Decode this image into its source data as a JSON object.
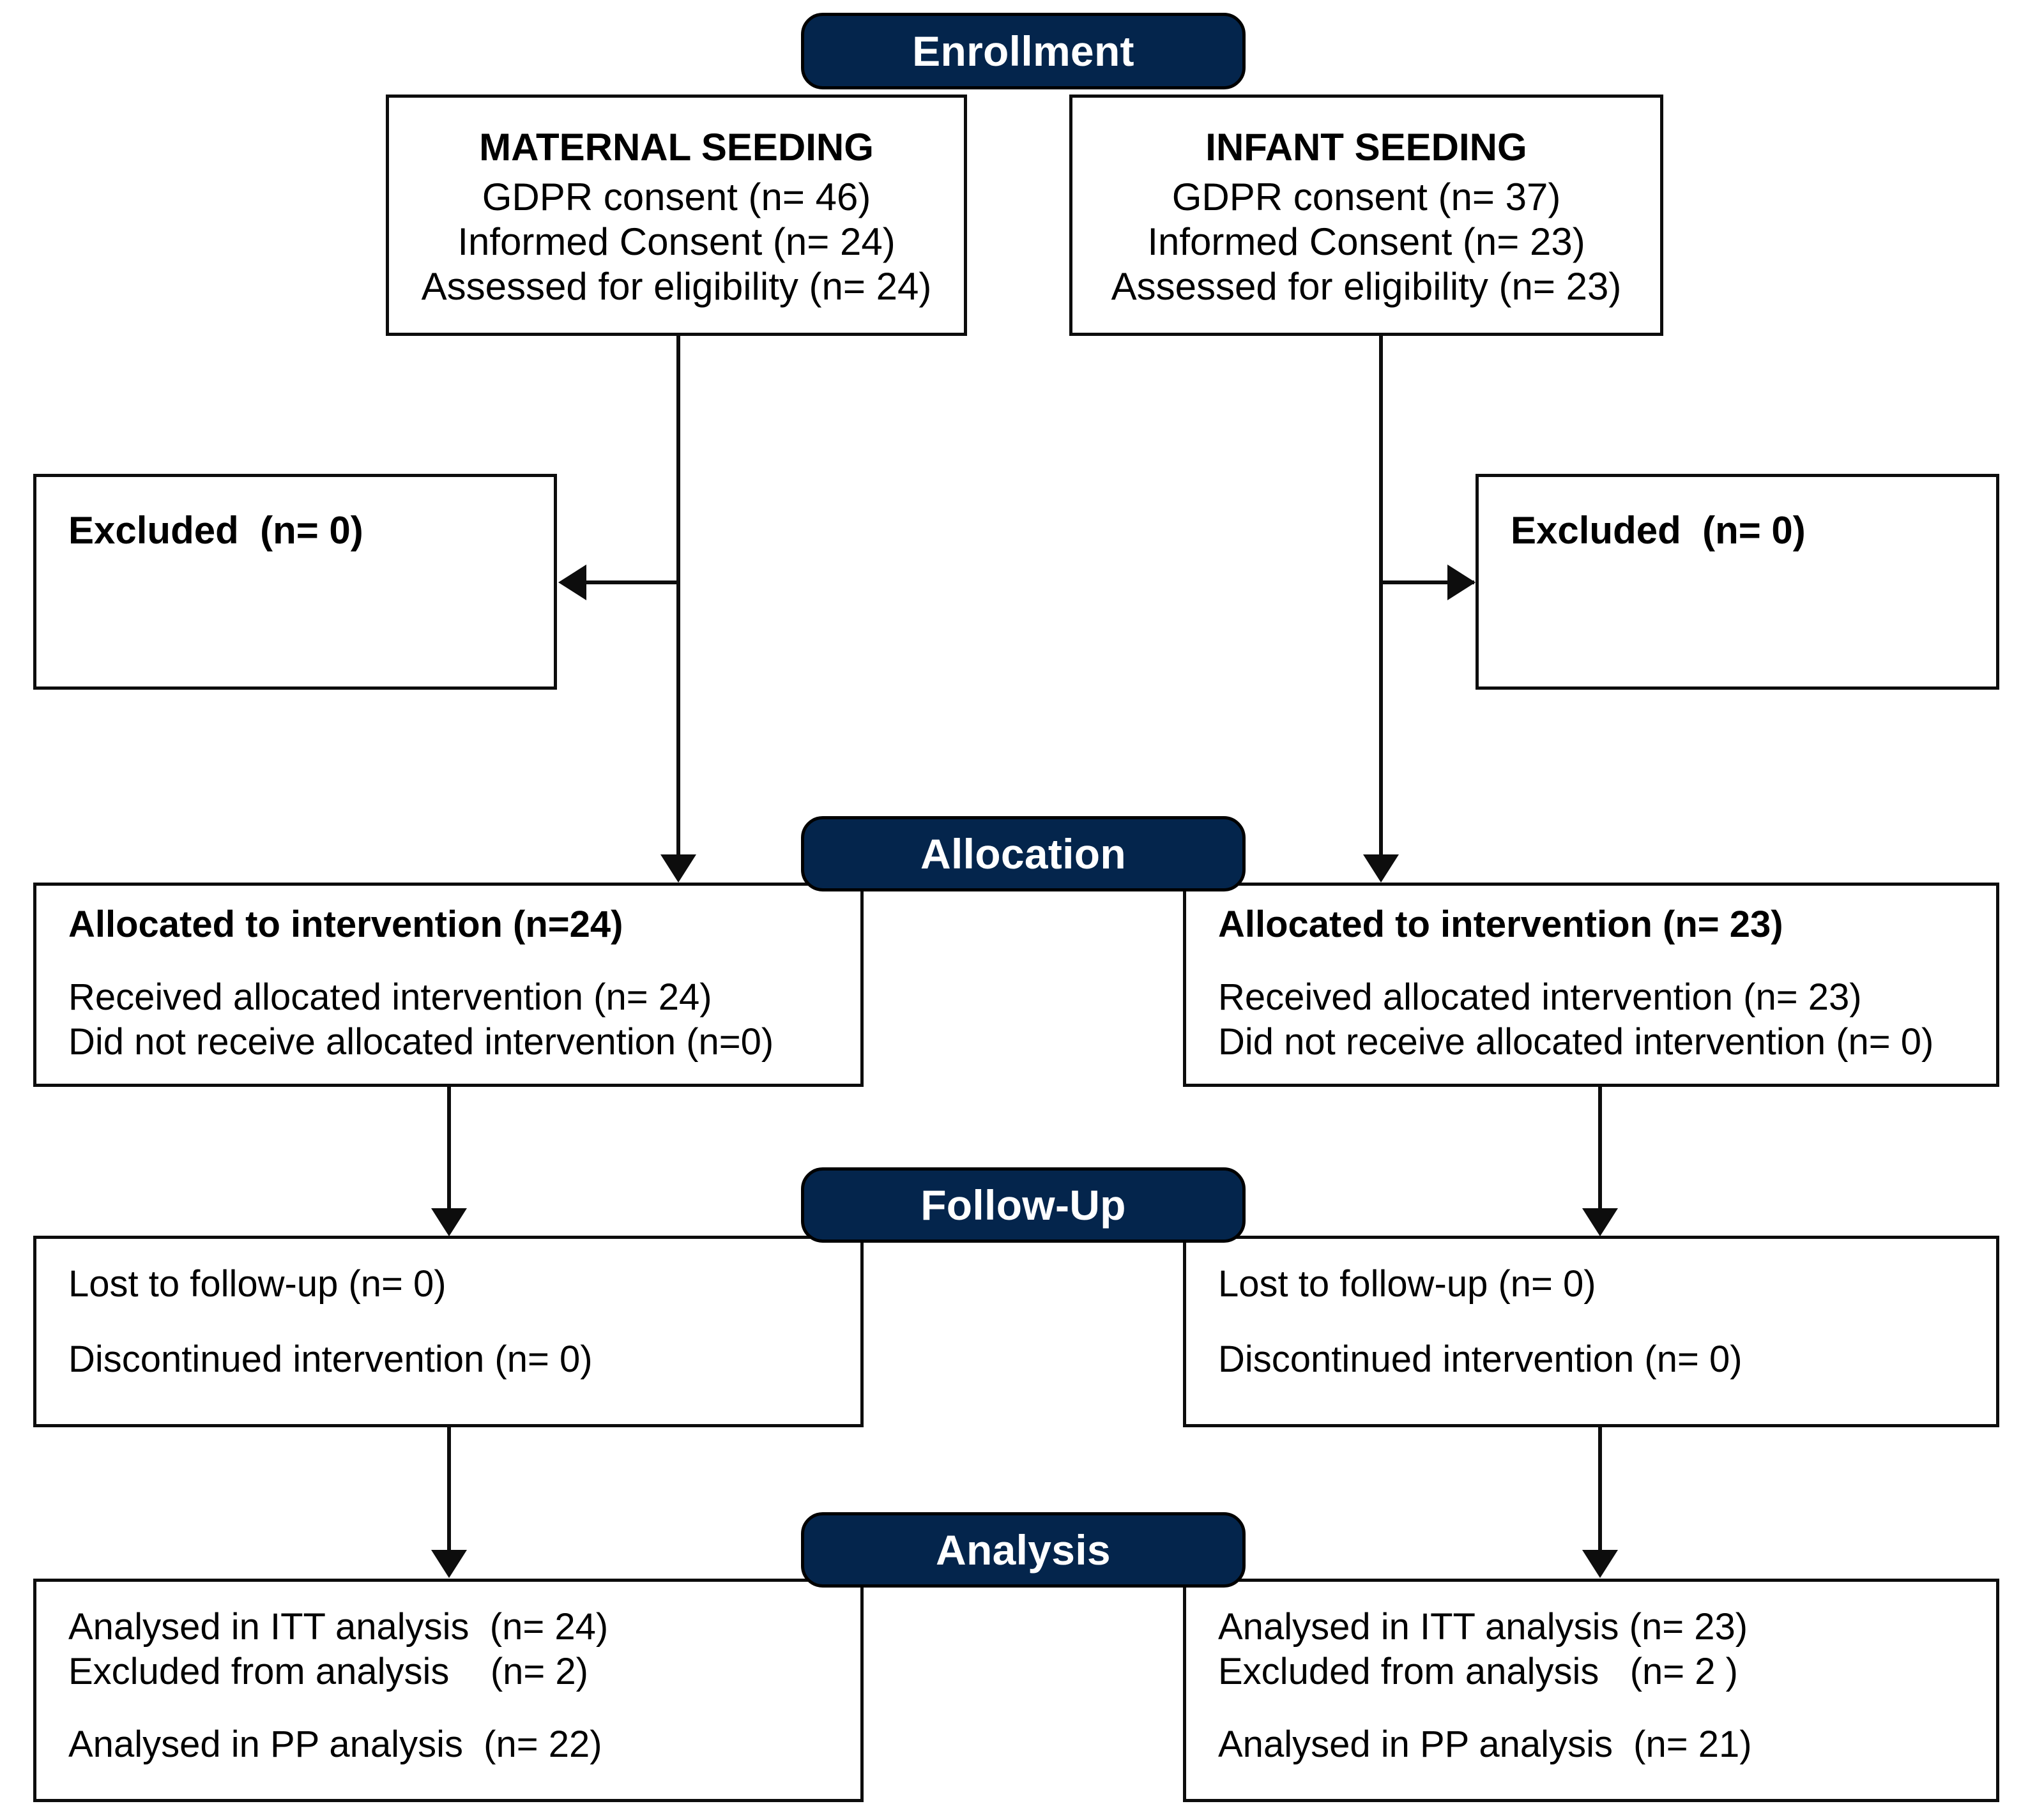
{
  "diagram": {
    "title": "CONSORT participant flow diagram",
    "accent_color": "#04254c",
    "border_color": "#0d0d0d",
    "background_color": "#ffffff"
  },
  "stages": {
    "enrollment": "Enrollment",
    "allocation": "Allocation",
    "followup": "Follow-Up",
    "analysis": "Analysis"
  },
  "enrollment": {
    "maternal": {
      "heading": "MATERNAL SEEDING",
      "lines": [
        "GDPR consent (n= 46)",
        "Informed Consent (n= 24)",
        "Assessed for eligibility (n= 24)"
      ]
    },
    "infant": {
      "heading": "INFANT SEEDING",
      "lines": [
        "GDPR consent (n= 37)",
        "Informed Consent (n= 23)",
        "Assessed for eligibility (n= 23)"
      ]
    }
  },
  "excluded": {
    "left": "Excluded  (n= 0)",
    "right": "Excluded  (n= 0)"
  },
  "allocation": {
    "left": {
      "heading": "Allocated to intervention (n=24)",
      "lines": [
        "Received allocated intervention (n= 24)",
        "Did not receive allocated intervention (n=0)"
      ]
    },
    "right": {
      "heading": "Allocated to intervention (n= 23)",
      "lines": [
        "Received allocated intervention (n= 23)",
        "Did not receive allocated intervention (n= 0)"
      ]
    }
  },
  "followup": {
    "left": {
      "lines": [
        "Lost to follow-up (n= 0)",
        "Discontinued intervention (n= 0)"
      ]
    },
    "right": {
      "lines": [
        "Lost to follow-up (n= 0)",
        "Discontinued intervention (n= 0)"
      ]
    }
  },
  "analysis": {
    "left": {
      "lines": [
        "Analysed in ITT analysis  (n= 24)",
        "Excluded from analysis    (n= 2)",
        "Analysed in PP analysis  (n= 22)"
      ]
    },
    "right": {
      "lines": [
        "Analysed in ITT analysis (n= 23)",
        "Excluded from analysis   (n= 2 )",
        "Analysed in PP analysis  (n= 21)"
      ]
    }
  }
}
